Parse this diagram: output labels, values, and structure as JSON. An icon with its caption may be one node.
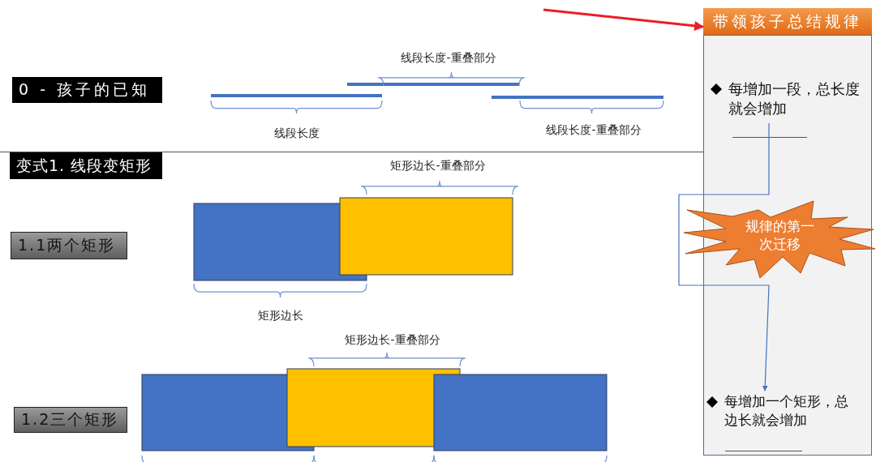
{
  "diagram": {
    "nodes": [
      {
        "text": [
          "0 - 孩子的已知"
        ]
      },
      {
        "text": [
          "变式1. 线段变矩形"
        ]
      },
      {
        "text": [
          "1.1两个矩形"
        ]
      },
      {
        "text": [
          "1.2三个矩形"
        ]
      },
      {
        "text": [
          "带领孩子总结规律"
        ]
      },
      {
        "text": [],
        "shape": "box"
      },
      {
        "text": [
          "每增加一段，总长度就会增加"
        ],
        "in": 5
      },
      {
        "text": [
          "每增加一个矩形，总边长就会增加"
        ],
        "in": 5
      },
      {
        "text": [
          "规律的第一次迁移"
        ]
      }
    ],
    "edges": [
      {
        "from": null,
        "to": 4,
        "arrow": "to",
        "style": "thick",
        "color": "#ee1c25"
      },
      {
        "from": 6,
        "to": 7,
        "arrow": "to",
        "color": "#4472c4"
      }
    ],
    "labels": [
      "线段长度-重叠部分",
      "线段长度",
      "线段长度-重叠部分",
      "矩形边长-重叠部分",
      "矩形边长",
      "矩形边长-重叠部分"
    ]
  }
}
